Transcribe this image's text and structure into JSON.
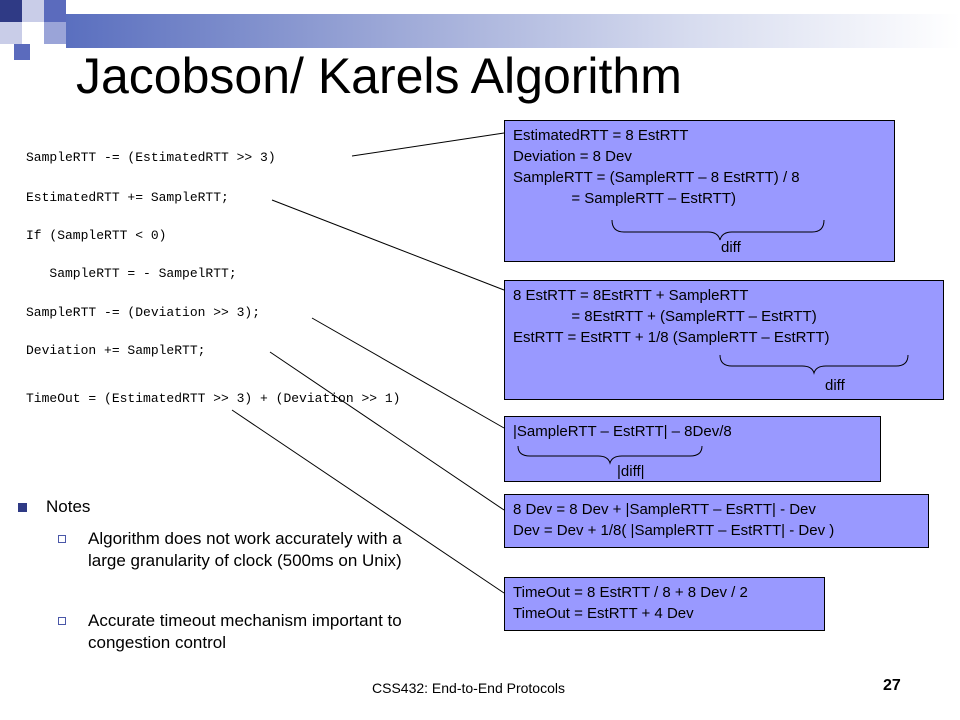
{
  "title": "Jacobson/ Karels Algorithm",
  "code": [
    "SampleRTT -= (EstimatedRTT >> 3)",
    "EstimatedRTT += SampleRTT;",
    "If (SampleRTT < 0)",
    "   SampleRTT = - SampelRTT;",
    "SampleRTT -= (Deviation >> 3);",
    "Deviation += SampleRTT;",
    "TimeOut = (EstimatedRTT >> 3) + (Deviation >> 1)"
  ],
  "boxes": [
    {
      "lines": [
        "EstimatedRTT = 8 EstRTT",
        "Deviation = 8 Dev",
        "SampleRTT = (SampleRTT – 8 EstRTT) / 8",
        "              = SampleRTT – EstRTT)"
      ],
      "brace_label": "diff"
    },
    {
      "lines": [
        "8 EstRTT = 8EstRTT + SampleRTT",
        "              = 8EstRTT + (SampleRTT – EstRTT)",
        "EstRTT = EstRTT + 1/8 (SampleRTT – EstRTT)"
      ],
      "brace_label": "diff"
    },
    {
      "lines": [
        "|SampleRTT – EstRTT| – 8Dev/8"
      ],
      "brace_label": "|diff|"
    },
    {
      "lines": [
        "8 Dev = 8 Dev + |SampleRTT – EsRTT| - Dev",
        "Dev = Dev + 1/8( |SampleRTT – EstRTT| - Dev )"
      ]
    },
    {
      "lines": [
        "TimeOut = 8 EstRTT / 8 + 8 Dev / 2",
        "TimeOut = EstRTT + 4 Dev"
      ]
    }
  ],
  "notes": {
    "heading": "Notes",
    "items": [
      "Algorithm does not work accurately with a large granularity of clock (500ms on Unix)",
      "Accurate timeout mechanism important to congestion control"
    ]
  },
  "footer": "CSS432: End-to-End Protocols",
  "page_number": "27",
  "colors": {
    "box_fill": "#9999ff",
    "accent": "#2f3a85"
  }
}
